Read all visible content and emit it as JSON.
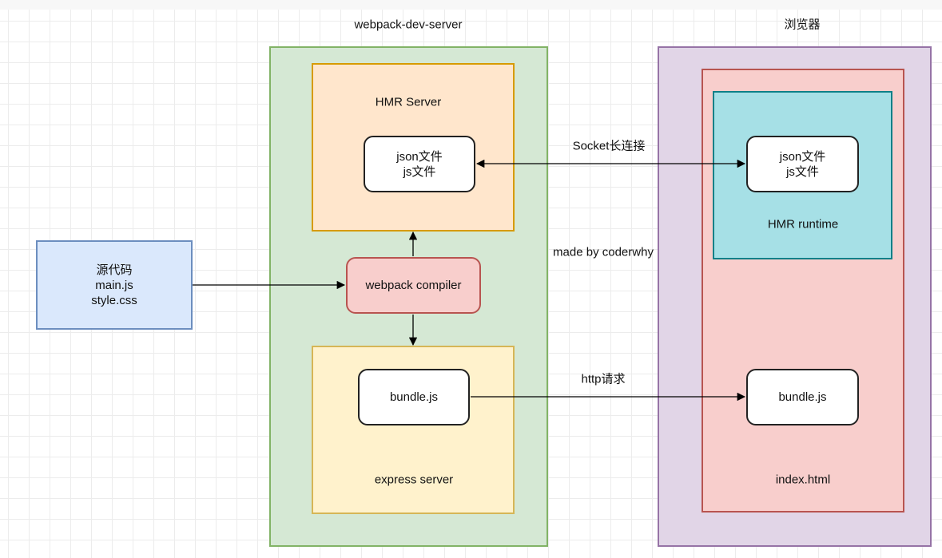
{
  "groups": {
    "dev_server": {
      "title": "webpack-dev-server",
      "fill": "#d5e8d4",
      "stroke": "#82b366"
    },
    "browser": {
      "title": "浏览器",
      "fill": "#e1d5e7",
      "stroke": "#9673a6"
    },
    "index_html": {
      "label": "index.html",
      "fill": "#f8cecc",
      "stroke": "#b85450"
    },
    "hmr_server": {
      "label": "HMR Server",
      "fill": "#ffe6cc",
      "stroke": "#d79b00"
    },
    "express_server": {
      "label": "express server",
      "fill": "#fff2cc",
      "stroke": "#d6b656"
    },
    "hmr_runtime": {
      "label": "HMR runtime",
      "fill": "#a6e0e6",
      "stroke": "#0e8088"
    }
  },
  "nodes": {
    "source": {
      "line1": "源代码",
      "line2": "main.js",
      "line3": "style.css",
      "fill": "#dae8fc",
      "stroke": "#6c8ebf"
    },
    "compiler": {
      "label": "webpack compiler",
      "fill": "#f8cecc",
      "stroke": "#b85450"
    },
    "server_files": {
      "line1": "json文件",
      "line2": "js文件"
    },
    "server_bundle": {
      "label": "bundle.js"
    },
    "runtime_files": {
      "line1": "json文件",
      "line2": "js文件"
    },
    "browser_bundle": {
      "label": "bundle.js"
    }
  },
  "edge_labels": {
    "socket": "Socket长连接",
    "http": "http请求"
  },
  "watermark": "made by coderwhy"
}
